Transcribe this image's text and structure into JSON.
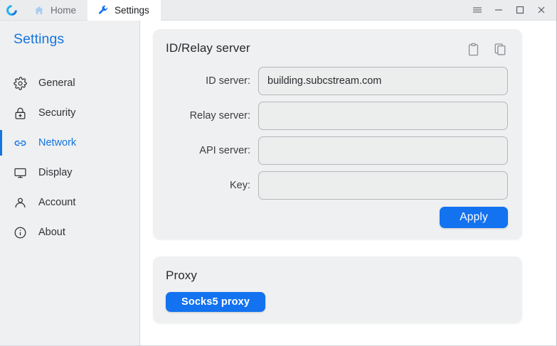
{
  "titlebar": {
    "logo_icon": "app-logo-icon",
    "tabs": [
      {
        "label": "Home",
        "icon": "home-icon",
        "active": false
      },
      {
        "label": "Settings",
        "icon": "wrench-icon",
        "active": true
      }
    ],
    "window_controls": [
      {
        "name": "menu-button",
        "icon": "hamburger-icon"
      },
      {
        "name": "minimize-button",
        "icon": "minimize-icon"
      },
      {
        "name": "maximize-button",
        "icon": "maximize-icon"
      },
      {
        "name": "close-button",
        "icon": "close-icon"
      }
    ]
  },
  "sidebar": {
    "title": "Settings",
    "accent_color": "#1475e1",
    "background_color": "#eff0f1",
    "items": [
      {
        "label": "General",
        "icon": "gear-icon",
        "active": false
      },
      {
        "label": "Security",
        "icon": "lock-icon",
        "active": false
      },
      {
        "label": "Network",
        "icon": "link-icon",
        "active": true
      },
      {
        "label": "Display",
        "icon": "monitor-icon",
        "active": false
      },
      {
        "label": "Account",
        "icon": "person-icon",
        "active": false
      },
      {
        "label": "About",
        "icon": "info-icon",
        "active": false
      }
    ]
  },
  "main": {
    "id_relay_card": {
      "title": "ID/Relay server",
      "actions": [
        {
          "name": "paste-button",
          "icon": "clipboard-icon"
        },
        {
          "name": "copy-button",
          "icon": "copy-icon"
        }
      ],
      "fields": [
        {
          "label": "ID server:",
          "value": "building.subcstream.com",
          "placeholder": ""
        },
        {
          "label": "Relay server:",
          "value": "",
          "placeholder": ""
        },
        {
          "label": "API server:",
          "value": "",
          "placeholder": ""
        },
        {
          "label": "Key:",
          "value": "",
          "placeholder": ""
        }
      ],
      "apply_label": "Apply"
    },
    "proxy_card": {
      "title": "Proxy",
      "socks5_label": "Socks5 proxy"
    }
  },
  "colors": {
    "primary_blue": "#1272f0",
    "accent_link": "#1475e1",
    "card_bg": "#eff0f1",
    "input_bg": "#eceded"
  }
}
